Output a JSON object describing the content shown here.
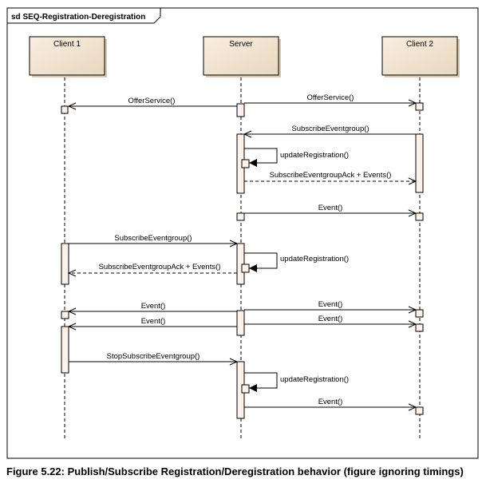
{
  "frame": {
    "title": "sd SEQ-Registration-Deregistration"
  },
  "participants": [
    {
      "id": "client1",
      "name": "Client 1"
    },
    {
      "id": "server",
      "name": "Server"
    },
    {
      "id": "client2",
      "name": "Client 2"
    }
  ],
  "messages": [
    {
      "from": "server",
      "to": "client1",
      "label": "OfferService()",
      "style": "sync"
    },
    {
      "from": "server",
      "to": "client2",
      "label": "OfferService()",
      "style": "sync"
    },
    {
      "from": "client2",
      "to": "server",
      "label": "SubscribeEventgroup()",
      "style": "sync"
    },
    {
      "from": "server",
      "to": "server",
      "label": "updateRegistration()",
      "style": "self"
    },
    {
      "from": "server",
      "to": "client2",
      "label": "SubscribeEventgroupAck + Events()",
      "style": "return"
    },
    {
      "from": "server",
      "to": "client2",
      "label": "Event()",
      "style": "sync"
    },
    {
      "from": "client1",
      "to": "server",
      "label": "SubscribeEventgroup()",
      "style": "sync"
    },
    {
      "from": "server",
      "to": "server",
      "label": "updateRegistration()",
      "style": "self"
    },
    {
      "from": "server",
      "to": "client1",
      "label": "SubscribeEventgroupAck + Events()",
      "style": "return"
    },
    {
      "from": "server",
      "to": "client1",
      "label": "Event()",
      "style": "sync"
    },
    {
      "from": "server",
      "to": "client2",
      "label": "Event()",
      "style": "sync"
    },
    {
      "from": "server",
      "to": "client1",
      "label": "Event()",
      "style": "sync"
    },
    {
      "from": "server",
      "to": "client2",
      "label": "Event()",
      "style": "sync"
    },
    {
      "from": "client1",
      "to": "server",
      "label": "StopSubscribeEventgroup()",
      "style": "sync"
    },
    {
      "from": "server",
      "to": "server",
      "label": "updateRegistration()",
      "style": "self"
    },
    {
      "from": "server",
      "to": "client2",
      "label": "Event()",
      "style": "sync"
    }
  ],
  "caption": "Figure 5.22:  Publish/Subscribe Registration/Deregistration behavior (figure ignoring timings)",
  "colors": {
    "participant_fill": "#f6ead8",
    "activation_fill": "#fbf3ea",
    "line": "#000000"
  }
}
